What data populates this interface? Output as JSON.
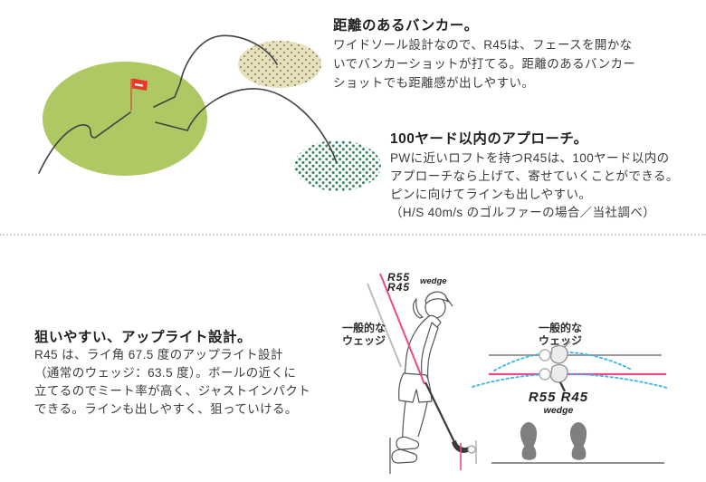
{
  "sections": {
    "bunker": {
      "title": "距離のあるバンカー。",
      "lines": [
        "ワイドソール設計なので、R45は、フェースを開かな",
        "いでバンカーショットが打てる。距離のあるバンカー",
        "ショットでも距離感が出しやすい。"
      ]
    },
    "approach": {
      "title": "100ヤード以内のアプローチ。",
      "lines": [
        "PWに近いロフトを持つR45は、100ヤード以内の",
        "アプローチなら上げて、寄せていくことができる。",
        "ピンに向けてラインも出しやすい。",
        "（H/S 40m/s のゴルファーの場合／当社調べ）"
      ]
    },
    "upright": {
      "title": "狙いやすい、アップライト設計。",
      "lines": [
        "R45 は、ライ角 67.5 度のアップライト設計",
        "（通常のウェッジ：63.5 度）。ボールの近くに",
        "立てるのでミート率が高く、ジャストインパクト",
        "できる。ラインも出しやすく、狙っていける。"
      ]
    }
  },
  "diagram": {
    "club_label_line1": "R55",
    "club_label_line2": "R45",
    "club_label_sub": "wedge",
    "generic_label_line1": "一般的な",
    "generic_label_line2": "ウェッジ",
    "stance_club_label": "R55 R45",
    "stance_club_label_sub": "wedge"
  },
  "colors": {
    "green_fill": "#aec963",
    "flag_red": "#e6392b",
    "flag_pole": "#c8553c",
    "tan_dot": "#8a7f55",
    "green_dot": "#2f8159",
    "trajectory": "#3f4245",
    "pink": "#ec4a82",
    "cyan": "#3cb5e8",
    "gray_line": "#9a9a9a",
    "foot_gray": "#7f7f7f"
  }
}
